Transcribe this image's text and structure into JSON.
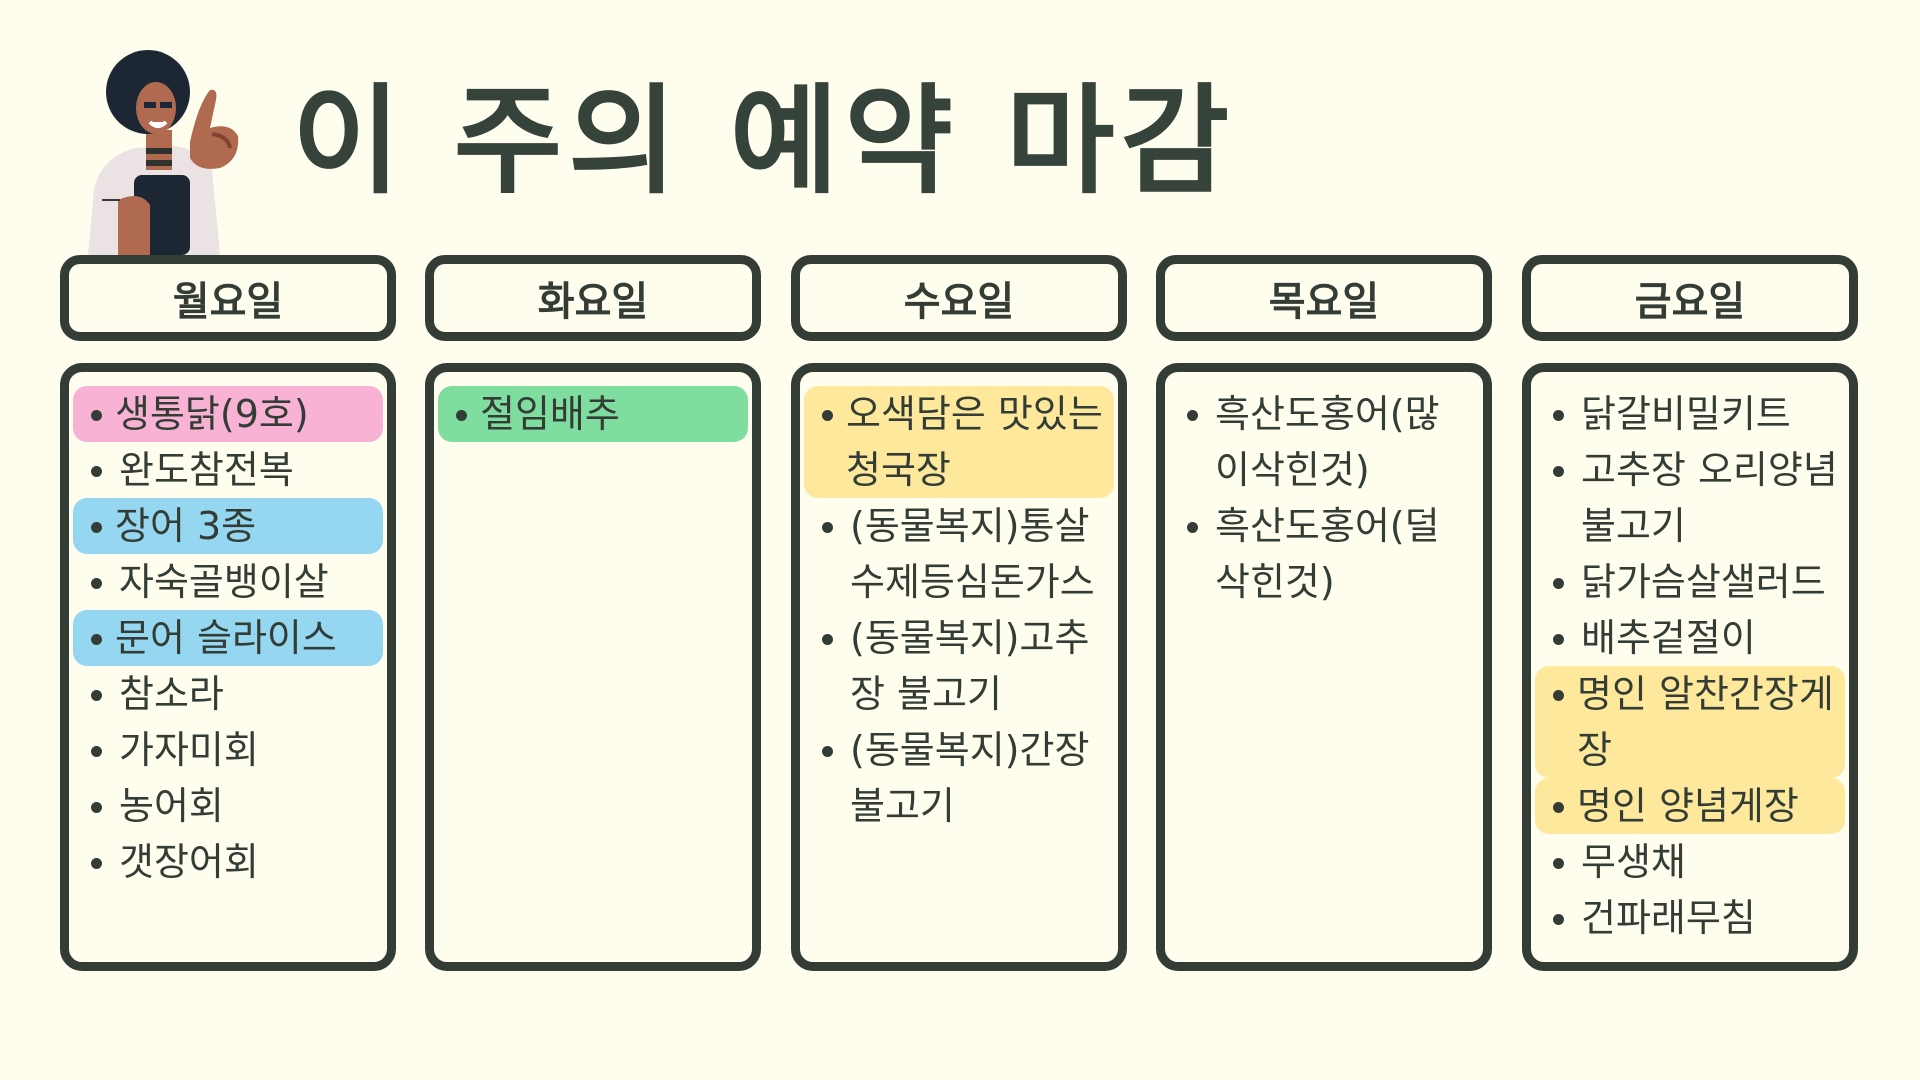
{
  "title": "이 주의 예약 마감",
  "colors": {
    "background": "#fefdee",
    "border": "#333d35",
    "pink": "#f8b2d3",
    "blue": "#95d7f1",
    "green": "#7edd9f",
    "yellow": "#fde89b"
  },
  "days": [
    {
      "name": "월요일",
      "items": [
        {
          "text": "생통닭(9호)",
          "highlight": "pink"
        },
        {
          "text": "완도참전복",
          "highlight": ""
        },
        {
          "text": "장어 3종",
          "highlight": "blue"
        },
        {
          "text": "자숙골뱅이살",
          "highlight": ""
        },
        {
          "text": "문어 슬라이스",
          "highlight": "blue"
        },
        {
          "text": "참소라",
          "highlight": ""
        },
        {
          "text": "가자미회",
          "highlight": ""
        },
        {
          "text": "농어회",
          "highlight": ""
        },
        {
          "text": "갯장어회",
          "highlight": ""
        }
      ]
    },
    {
      "name": "화요일",
      "items": [
        {
          "text": "절임배추",
          "highlight": "green"
        }
      ]
    },
    {
      "name": "수요일",
      "items": [
        {
          "text": "오색담은 맛있는\n청국장",
          "highlight": "yellow"
        },
        {
          "text": "(동물복지)통살\n수제등심돈가스",
          "highlight": ""
        },
        {
          "text": "(동물복지)고추\n장 불고기",
          "highlight": ""
        },
        {
          "text": "(동물복지)간장\n불고기",
          "highlight": ""
        }
      ]
    },
    {
      "name": "목요일",
      "items": [
        {
          "text": "흑산도홍어(많\n이삭힌것)",
          "highlight": ""
        },
        {
          "text": "흑산도홍어(덜\n삭힌것)",
          "highlight": ""
        }
      ]
    },
    {
      "name": "금요일",
      "items": [
        {
          "text": "닭갈비밀키트",
          "highlight": ""
        },
        {
          "text": "고추장 오리양념\n불고기",
          "highlight": ""
        },
        {
          "text": "닭가슴살샐러드",
          "highlight": ""
        },
        {
          "text": "배추겉절이",
          "highlight": ""
        },
        {
          "text": "명인 알찬간장게\n장",
          "highlight": "yellow"
        },
        {
          "text": "명인 양념게장",
          "highlight": "yellow"
        },
        {
          "text": "무생채",
          "highlight": ""
        },
        {
          "text": "건파래무침",
          "highlight": ""
        }
      ]
    }
  ]
}
